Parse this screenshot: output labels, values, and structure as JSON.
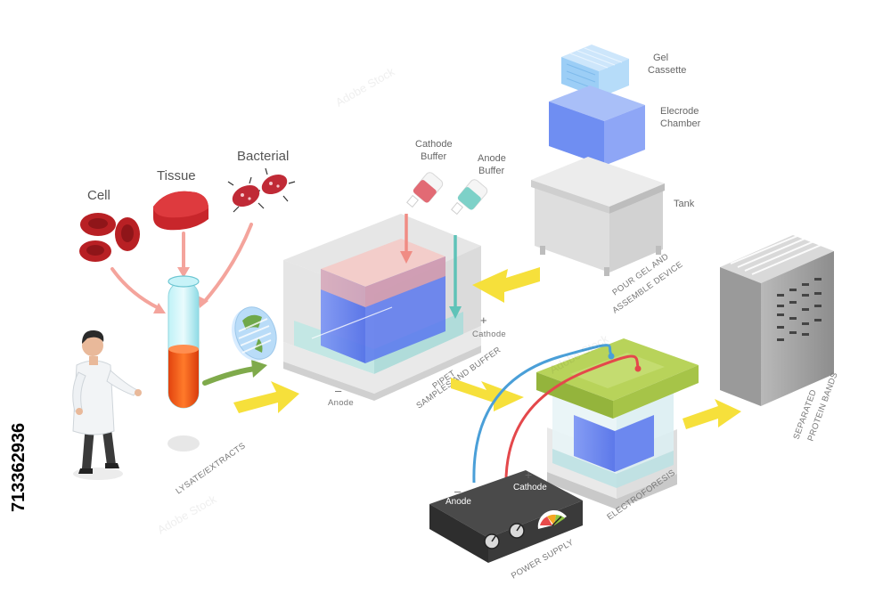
{
  "labels": {
    "cell": "Cell",
    "tissue": "Tissue",
    "bacterial": "Bacterial",
    "cathode_buffer_1": "Cathode",
    "cathode_buffer_2": "Buffer",
    "anode_buffer_1": "Anode",
    "anode_buffer_2": "Buffer",
    "gel_cassette_1": "Gel",
    "gel_cassette_2": "Cassette",
    "electrode_chamber_1": "Elecrode",
    "electrode_chamber_2": "Chamber",
    "tank": "Tank",
    "lysate": "LYSATE/EXTRACTS",
    "pipet_1": "PIPET",
    "pipet_2": "SAMPLES AND BUFFER",
    "pour_1": "POUR GEL AND",
    "pour_2": "ASSEMBLE DEVICE",
    "separated_1": "SEPARATED",
    "separated_2": "PROTEIN BANDS",
    "electrophoresis": "ELECTROFORESIS",
    "power_supply": "POWER SUPPLY",
    "tank_cathode": "Cathode",
    "tank_anode": "Anode",
    "ps_anode": "Anode",
    "ps_cathode": "Cathode",
    "plus": "+",
    "minus": "–"
  },
  "stock_id": "713362936",
  "watermark": "Adobe Stock",
  "colors": {
    "arrow_red": "#f4a49c",
    "arrow_yellow": "#f6e03b",
    "arrow_green": "#7faa4b",
    "wire_blue": "#4a9fd8",
    "wire_red": "#e4484b",
    "gel_blue": "#5b7cf0",
    "lid_green": "#a7c94a",
    "tank_grey": "#d9d9d9",
    "blood_red": "#c8282d",
    "tube_cyan": "#9be5ee",
    "liquid_orange": "#f05a1e"
  }
}
